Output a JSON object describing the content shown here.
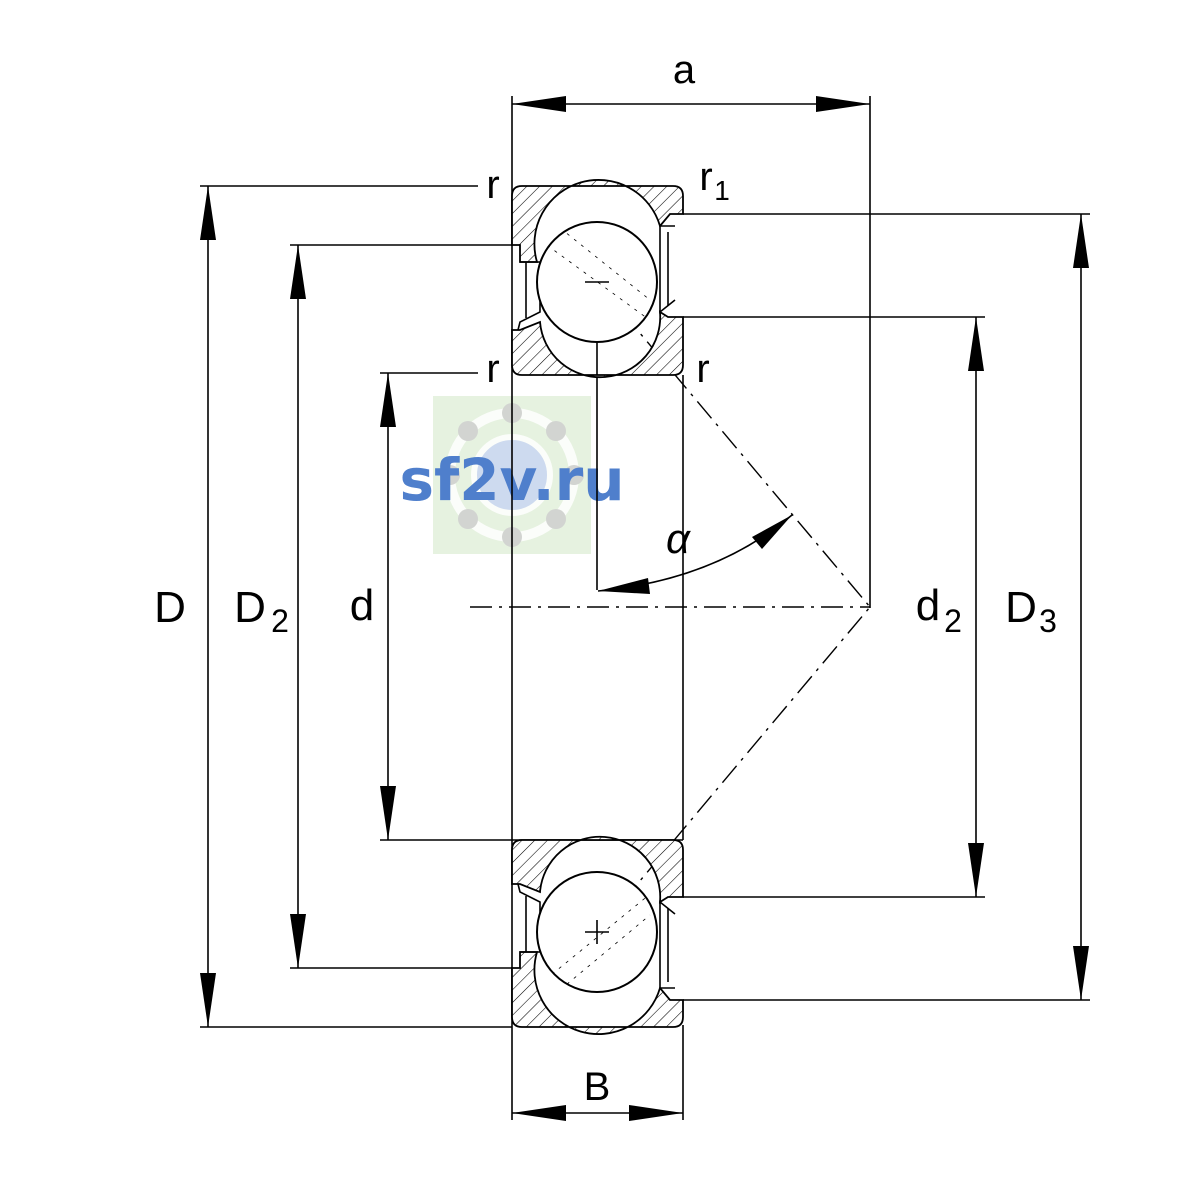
{
  "labels": {
    "a": "a",
    "B": "B",
    "D": "D",
    "D2_main": "D",
    "D2_sub": "2",
    "d": "d",
    "d2_main": "d",
    "d2_sub": "2",
    "D3_main": "D",
    "D3_sub": "3",
    "r_top_left": "r",
    "r1_main": "r",
    "r1_sub": "1",
    "r_mid_left": "r",
    "r_mid_right": "r",
    "alpha": "α"
  },
  "watermark": {
    "text": "sf2v.ru",
    "text_color": "#4f7fcc",
    "bg_color": "#e6f2e0"
  }
}
